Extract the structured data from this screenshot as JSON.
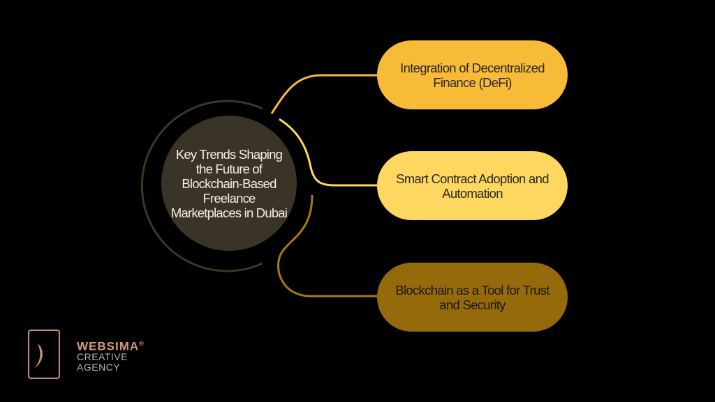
{
  "center": {
    "title": "Key Trends Shaping the Future of Blockchain-Based Freelance Marketplaces in Dubai"
  },
  "branches": [
    {
      "label": "Integration of Decentralized Finance (DeFi)",
      "color": "#f8bb38"
    },
    {
      "label": "Smart Contract Adoption and Automation",
      "color": "#fdd75f"
    },
    {
      "label": "Blockchain as a Tool for Trust and Security",
      "color": "#956a0a"
    }
  ],
  "logo": {
    "name": "WEBSIMA",
    "registered": "®",
    "line2": "CREATIVE",
    "line3": "AGENCY"
  }
}
